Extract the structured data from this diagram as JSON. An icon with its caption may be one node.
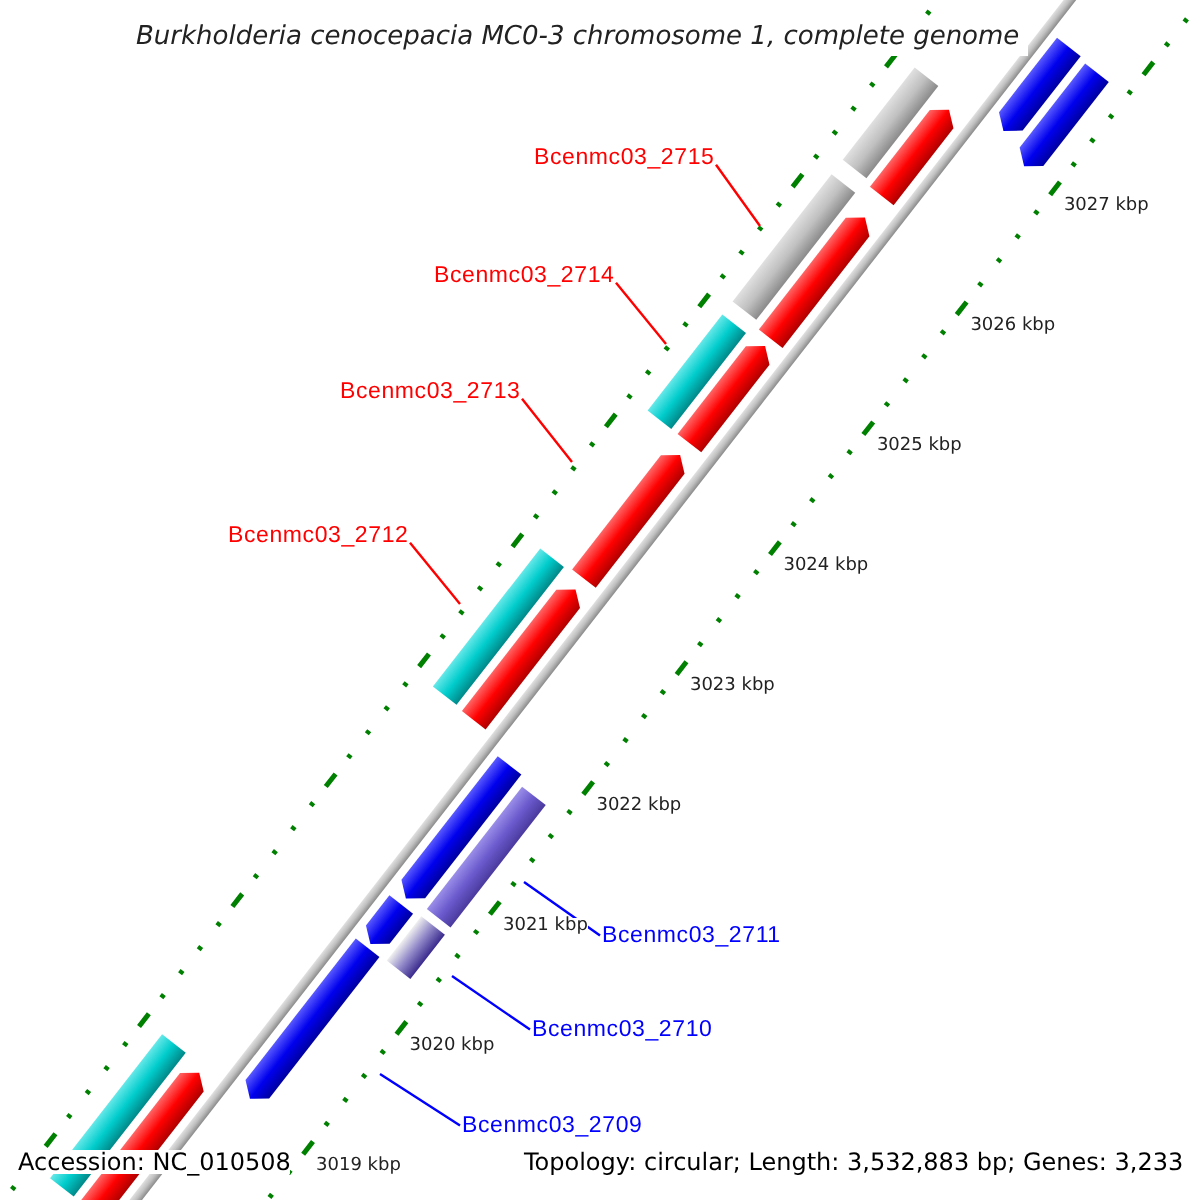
{
  "diagram": {
    "title": "Burkholderia cenocepacia MC0-3 chromosome 1, complete genome",
    "nodes": [
      {
        "text": [
          "Bcenmc03_2715"
        ]
      },
      {
        "text": [
          "Bcenmc03_2714"
        ]
      },
      {
        "text": [
          "Bcenmc03_2713"
        ]
      },
      {
        "text": [
          "Bcenmc03_2712"
        ]
      },
      {
        "text": [
          "Bcenmc03_2711"
        ]
      },
      {
        "text": [
          "Bcenmc03_2710"
        ]
      },
      {
        "text": [
          "Bcenmc03_2709"
        ]
      }
    ],
    "edges": [
      {
        "from": 0,
        "to": null,
        "arrow": "none"
      },
      {
        "from": 1,
        "to": null,
        "arrow": "none"
      },
      {
        "from": 2,
        "to": null,
        "arrow": "none"
      },
      {
        "from": 3,
        "to": null,
        "arrow": "none"
      },
      {
        "from": 4,
        "to": null,
        "arrow": "none",
        "color": "#0000ff"
      },
      {
        "from": 5,
        "to": null,
        "arrow": "none",
        "color": "#0000ff"
      },
      {
        "from": 6,
        "to": null,
        "arrow": "none",
        "color": "#0000ff"
      }
    ],
    "labels": [
      "3027 kbp",
      "3026 kbp",
      "3025 kbp",
      "3024 kbp",
      "3023 kbp",
      "3022 kbp",
      "3021 kbp",
      "3020 kbp",
      "3019 kbp",
      "Accession: NC_010508",
      "Topology: circular; Length: 3,532,883 bp; Genes: 3,233"
    ]
  }
}
